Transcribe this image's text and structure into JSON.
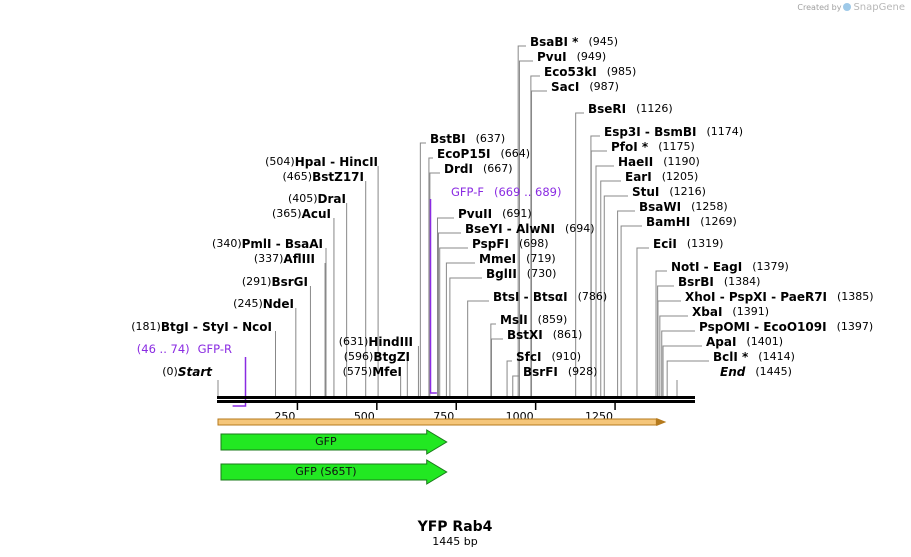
{
  "credit": {
    "prefix": "Created by",
    "brand": "SnapGene"
  },
  "plasmid": {
    "name": "YFP Rab4",
    "length_label": "1445 bp",
    "length": 1445
  },
  "ruler_ticks": [
    "250",
    "500",
    "750",
    "1000",
    "1250"
  ],
  "primers": [
    {
      "name": "GFP-R",
      "range": "(46 .. 74)",
      "start": 46,
      "end": 74,
      "direction": "reverse"
    },
    {
      "name": "GFP-F",
      "range": "(669 .. 689)",
      "start": 669,
      "end": 689,
      "direction": "forward"
    }
  ],
  "features": [
    {
      "name": "",
      "start": 1,
      "end": 1380,
      "color": "#f5c67a"
    },
    {
      "name": "GFP",
      "start": 1,
      "end": 720,
      "color": "#22e822"
    },
    {
      "name": "GFP (S65T)",
      "start": 1,
      "end": 720,
      "color": "#22e822"
    }
  ],
  "sites": [
    {
      "names": [
        "Start"
      ],
      "pos": "(0)",
      "bp": 0,
      "italic": true
    },
    {
      "names": [
        "BtgI",
        "StyI",
        "NcoI"
      ],
      "pos": "(181)",
      "bp": 181
    },
    {
      "names": [
        "NdeI"
      ],
      "pos": "(245)",
      "bp": 245
    },
    {
      "names": [
        "BsrGI"
      ],
      "pos": "(291)",
      "bp": 291
    },
    {
      "names": [
        "AflIII"
      ],
      "pos": "(337)",
      "bp": 337
    },
    {
      "names": [
        "PmlI",
        "BsaAI"
      ],
      "pos": "(340)",
      "bp": 340
    },
    {
      "names": [
        "AcuI"
      ],
      "pos": "(365)",
      "bp": 365
    },
    {
      "names": [
        "DraI"
      ],
      "pos": "(405)",
      "bp": 405
    },
    {
      "names": [
        "BstZ17I"
      ],
      "pos": "(465)",
      "bp": 465
    },
    {
      "names": [
        "HpaI",
        "HincII"
      ],
      "pos": "(504)",
      "bp": 504
    },
    {
      "names": [
        "MfeI"
      ],
      "pos": "(575)",
      "bp": 575
    },
    {
      "names": [
        "BtgZI"
      ],
      "pos": "(596)",
      "bp": 596
    },
    {
      "names": [
        "HindIII"
      ],
      "pos": "(631)",
      "bp": 631
    },
    {
      "names": [
        "BstBI"
      ],
      "pos": "(637)",
      "bp": 637
    },
    {
      "names": [
        "EcoP15I"
      ],
      "pos": "(664)",
      "bp": 664
    },
    {
      "names": [
        "DrdI"
      ],
      "pos": "(667)",
      "bp": 667
    },
    {
      "names": [
        "PvuII"
      ],
      "pos": "(691)",
      "bp": 691
    },
    {
      "names": [
        "BseYI",
        "AlwNI"
      ],
      "pos": "(694)",
      "bp": 694
    },
    {
      "names": [
        "PspFI"
      ],
      "pos": "(698)",
      "bp": 698
    },
    {
      "names": [
        "MmeI"
      ],
      "pos": "(719)",
      "bp": 719
    },
    {
      "names": [
        "BglII"
      ],
      "pos": "(730)",
      "bp": 730
    },
    {
      "names": [
        "BtsI",
        "BtsαI"
      ],
      "pos": "(786)",
      "bp": 786
    },
    {
      "names": [
        "MslI"
      ],
      "pos": "(859)",
      "bp": 859
    },
    {
      "names": [
        "BstXI"
      ],
      "pos": "(861)",
      "bp": 861
    },
    {
      "names": [
        "SfcI"
      ],
      "pos": "(910)",
      "bp": 910
    },
    {
      "names": [
        "BsrFI"
      ],
      "pos": "(928)",
      "bp": 928
    },
    {
      "names": [
        "BsaBI *"
      ],
      "pos": "(945)",
      "bp": 945
    },
    {
      "names": [
        "PvuI"
      ],
      "pos": "(949)",
      "bp": 949
    },
    {
      "names": [
        "Eco53kI"
      ],
      "pos": "(985)",
      "bp": 985
    },
    {
      "names": [
        "SacI"
      ],
      "pos": "(987)",
      "bp": 987
    },
    {
      "names": [
        "BseRI"
      ],
      "pos": "(1126)",
      "bp": 1126
    },
    {
      "names": [
        "Esp3I",
        "BsmBI"
      ],
      "pos": "(1174)",
      "bp": 1174
    },
    {
      "names": [
        "PfoI *"
      ],
      "pos": "(1175)",
      "bp": 1175
    },
    {
      "names": [
        "HaeII"
      ],
      "pos": "(1190)",
      "bp": 1190
    },
    {
      "names": [
        "EarI"
      ],
      "pos": "(1205)",
      "bp": 1205
    },
    {
      "names": [
        "StuI"
      ],
      "pos": "(1216)",
      "bp": 1216
    },
    {
      "names": [
        "BsaWI"
      ],
      "pos": "(1258)",
      "bp": 1258
    },
    {
      "names": [
        "BamHI"
      ],
      "pos": "(1269)",
      "bp": 1269
    },
    {
      "names": [
        "EciI"
      ],
      "pos": "(1319)",
      "bp": 1319
    },
    {
      "names": [
        "NotI",
        "EagI"
      ],
      "pos": "(1379)",
      "bp": 1379
    },
    {
      "names": [
        "BsrBI"
      ],
      "pos": "(1384)",
      "bp": 1384
    },
    {
      "names": [
        "XhoI",
        "PspXI",
        "PaeR7I"
      ],
      "pos": "(1385)",
      "bp": 1385
    },
    {
      "names": [
        "XbaI"
      ],
      "pos": "(1391)",
      "bp": 1391
    },
    {
      "names": [
        "PspOMI",
        "EcoO109I"
      ],
      "pos": "(1397)",
      "bp": 1397
    },
    {
      "names": [
        "ApaI"
      ],
      "pos": "(1401)",
      "bp": 1401
    },
    {
      "names": [
        "BclI *"
      ],
      "pos": "(1414)",
      "bp": 1414
    },
    {
      "names": [
        "End"
      ],
      "pos": "(1445)",
      "bp": 1445,
      "italic": true
    }
  ]
}
